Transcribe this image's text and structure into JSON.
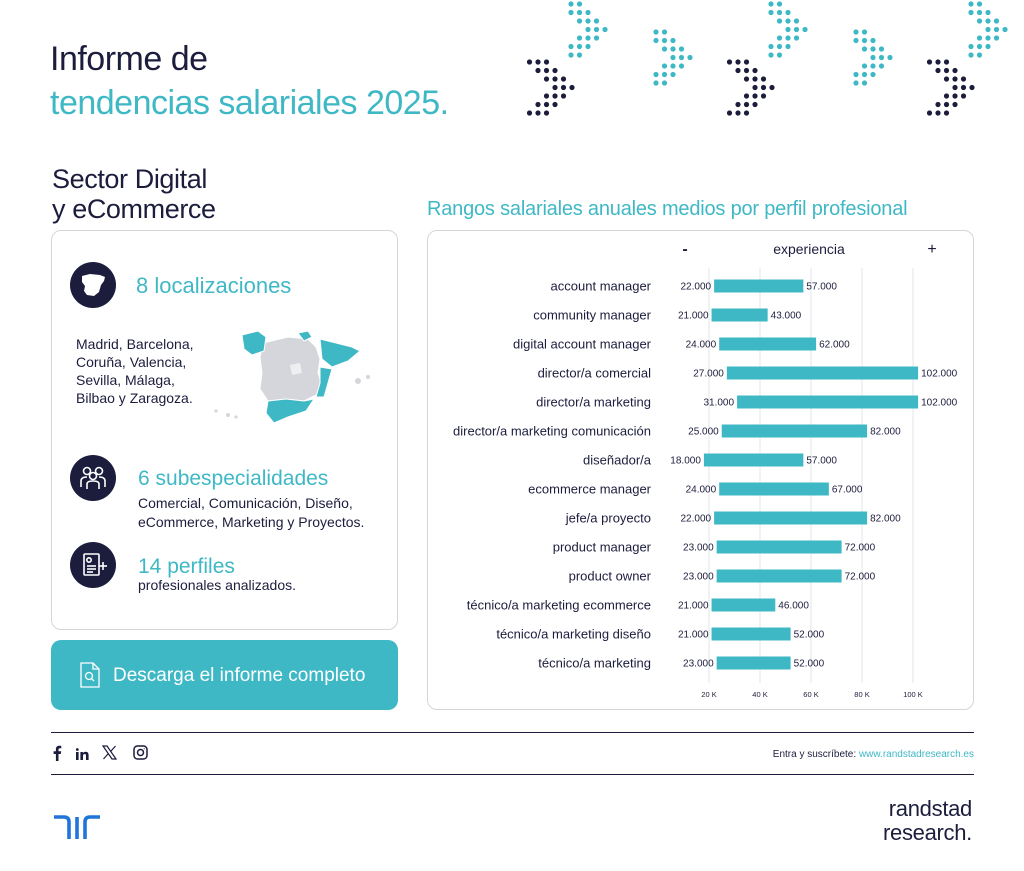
{
  "header": {
    "title_line1": "Informe de",
    "title_line2": "tendencias salariales 2025."
  },
  "sector": {
    "line1": "Sector Digital",
    "line2": "y eCommerce"
  },
  "stats": {
    "locations_title": "8 localizaciones",
    "cities": [
      "Madrid, Barcelona,",
      "Coruña, Valencia,",
      "Sevilla, Málaga,",
      "Bilbao y Zaragoza."
    ],
    "subspecialties_title": "6 subespecialidades",
    "subspecialties_text1": "Comercial, Comunicación, Diseño,",
    "subspecialties_text2": "eCommerce, Marketing y Proyectos.",
    "profiles_title": "14 perfiles",
    "profiles_text": "profesionales analizados."
  },
  "download_button": {
    "label": "Descarga el informe completo"
  },
  "chart_title": "Rangos salariales anuales medios por perfil profesional",
  "chart_data": {
    "type": "bar",
    "title": "Rangos salariales anuales medios por perfil profesional",
    "legend": {
      "minus": "-",
      "label": "experiencia",
      "plus": "+"
    },
    "categories": [
      "account manager",
      "community manager",
      "digital account manager",
      "director/a comercial",
      "director/a marketing",
      "director/a marketing comunicación",
      "diseñador/a",
      "ecommerce manager",
      "jefe/a proyecto",
      "product manager",
      "product owner",
      "técnico/a marketing ecommerce",
      "técnico/a marketing diseño",
      "técnico/a marketing"
    ],
    "min_values": [
      22000,
      21000,
      24000,
      27000,
      31000,
      25000,
      18000,
      24000,
      22000,
      23000,
      23000,
      21000,
      21000,
      23000
    ],
    "max_values": [
      57000,
      43000,
      62000,
      102000,
      102000,
      82000,
      57000,
      67000,
      82000,
      72000,
      72000,
      46000,
      52000,
      52000
    ],
    "min_labels": [
      "22.000",
      "21.000",
      "24.000",
      "27.000",
      "31.000",
      "25.000",
      "18.000",
      "24.000",
      "22.000",
      "23.000",
      "23.000",
      "21.000",
      "21.000",
      "23.000"
    ],
    "max_labels": [
      "57.000",
      "43.000",
      "62.000",
      "102.000",
      "102.000",
      "82.000",
      "57.000",
      "67.000",
      "82.000",
      "72.000",
      "72.000",
      "46.000",
      "52.000",
      "52.000"
    ],
    "x_ticks": [
      20000,
      40000,
      60000,
      80000,
      100000
    ],
    "x_tick_labels": [
      "20 K",
      "40 K",
      "60 K",
      "80 K",
      "100 K"
    ],
    "xlim": [
      20000,
      100000
    ],
    "grid": true,
    "bar_color": "#3fb8c6"
  },
  "footer": {
    "social": [
      "facebook-icon",
      "linkedin-icon",
      "x-icon",
      "instagram-icon"
    ],
    "note_prefix": "Entra y suscríbete:",
    "note_url": "www.randstadresearch.es",
    "brand_line1": "randstad",
    "brand_line2": "research."
  },
  "colors": {
    "navy": "#1c1d3d",
    "teal": "#3fb8c6",
    "light_gray": "#d4d6db"
  }
}
